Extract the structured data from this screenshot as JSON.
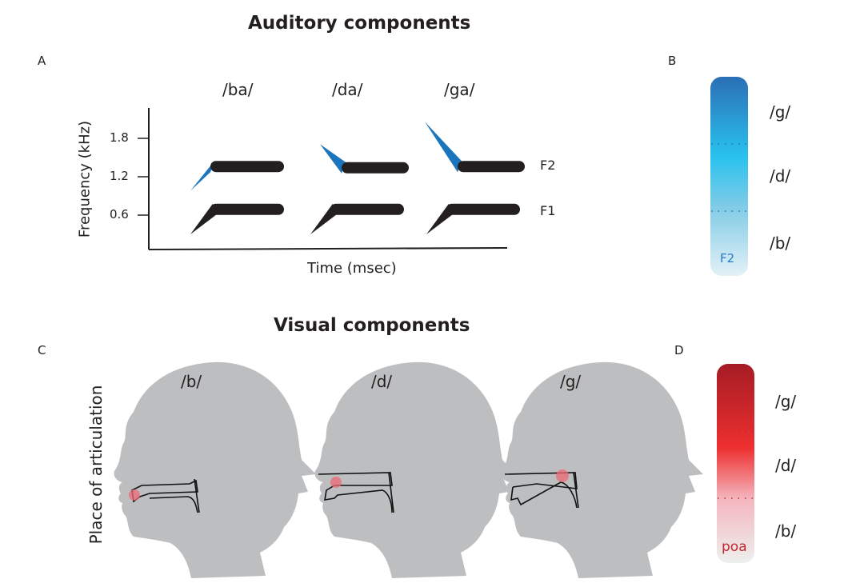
{
  "titles": {
    "auditory": "Auditory components",
    "visual": "Visual components"
  },
  "panels": {
    "A": "A",
    "B": "B",
    "C": "C",
    "D": "D"
  },
  "colors": {
    "formant": "#231f20",
    "transition": "#1b75bc",
    "head": "#bcbec0",
    "poa_marker": "#ee6a76",
    "f2_top": "#2a6fb5",
    "f2_mid": "#29c2ef",
    "f2_bottom": "#e3f1f7",
    "poa_top": "#a51c24",
    "poa_mid": "#ed2f2f",
    "poa_bottom": "#eef0ee",
    "f2_label": "#2a7bc4",
    "poa_label": "#c1272d"
  },
  "chart_data": {
    "type": "line",
    "title": "Auditory components",
    "xlabel": "Time (msec)",
    "ylabel": "Frequency (kHz)",
    "yticks": [
      0.6,
      1.2,
      1.8
    ],
    "ytick_labels": [
      "0.6",
      "1.2",
      "1.8"
    ],
    "ylim": [
      0,
      2.2
    ],
    "grid": false,
    "legend": "right",
    "series_labels": [
      "F2",
      "F1"
    ],
    "syllables": [
      {
        "label": "/ba/",
        "F1": {
          "onset": 0.3,
          "steady": 0.69
        },
        "F2": {
          "onset": 0.98,
          "steady": 1.36,
          "direction": "rising"
        }
      },
      {
        "label": "/da/",
        "F1": {
          "onset": 0.3,
          "steady": 0.69
        },
        "F2": {
          "onset": 1.71,
          "steady": 1.34,
          "direction": "falling"
        }
      },
      {
        "label": "/ga/",
        "F1": {
          "onset": 0.3,
          "steady": 0.69
        },
        "F2": {
          "onset": 2.06,
          "steady": 1.36,
          "direction": "falling"
        }
      }
    ]
  },
  "f2_scale": {
    "bar_label": "F2",
    "categories": [
      "/g/",
      "/d/",
      "/b/"
    ]
  },
  "visual": {
    "ylabel": "Place of articulation",
    "heads": [
      {
        "label": "/b/",
        "place": "lips"
      },
      {
        "label": "/d/",
        "place": "alveolar ridge"
      },
      {
        "label": "/g/",
        "place": "velum"
      }
    ]
  },
  "poa_scale": {
    "bar_label": "poa",
    "categories": [
      "/g/",
      "/d/",
      "/b/"
    ]
  }
}
